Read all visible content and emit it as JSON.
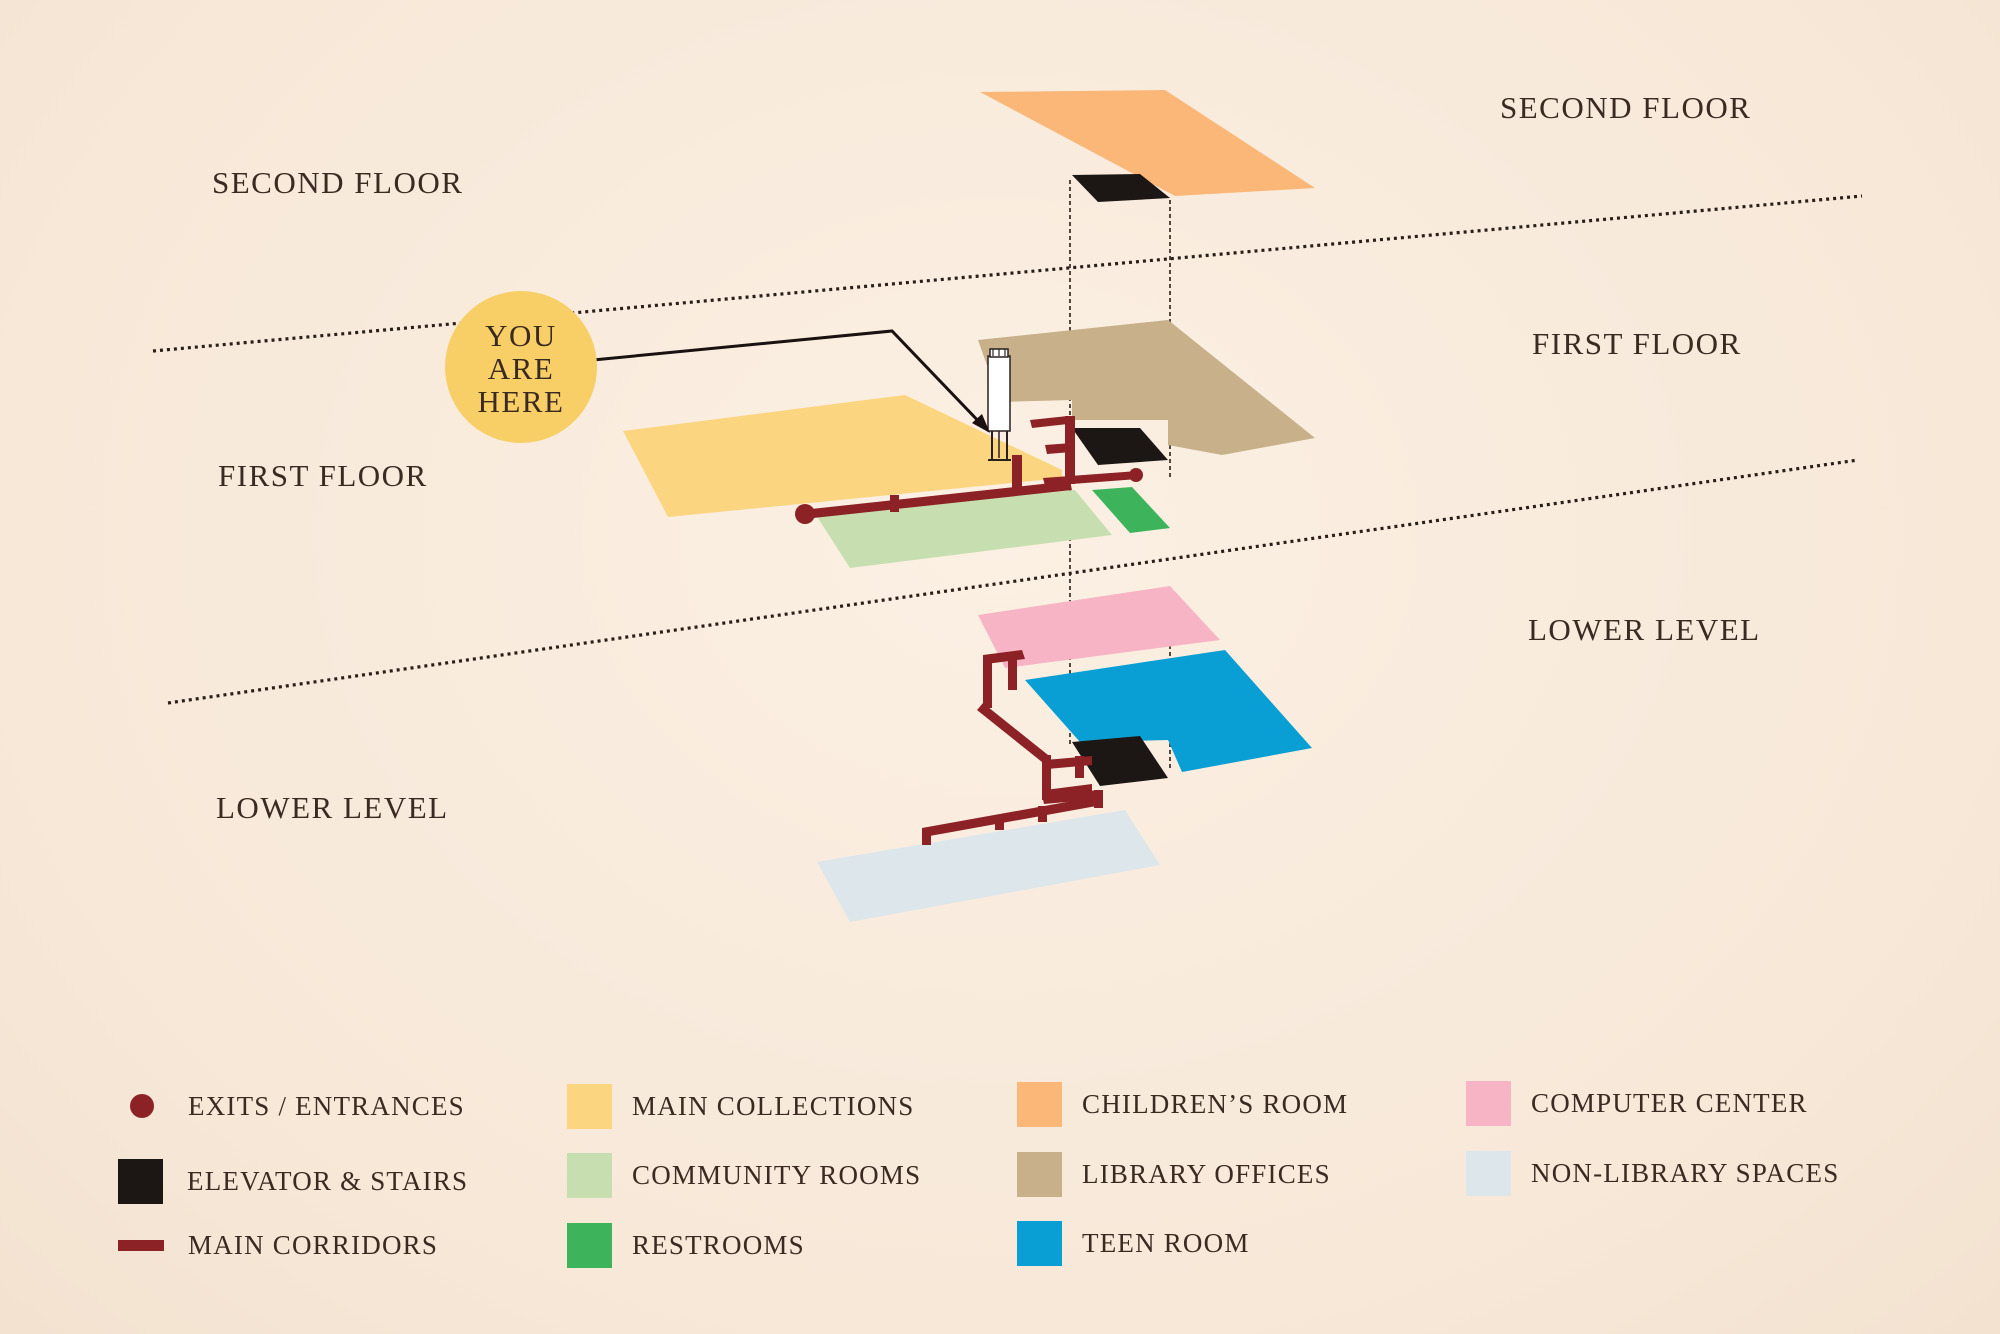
{
  "map": {
    "you_are_here": [
      "YOU",
      "ARE",
      "HERE"
    ],
    "colors": {
      "main_collections": "#fbd57f",
      "community_rooms": "#c7dfb0",
      "restrooms": "#3db35b",
      "childrens_room": "#fbb777",
      "library_offices": "#c7b08a",
      "teen_room": "#0a9fd4",
      "computer_center": "#f7b4c4",
      "non_library": "#dde6ea",
      "elevator_stairs": "#1c1614",
      "corridor": "#8c2226",
      "you_are_here_badge": "#f8cf66",
      "dotted_divider": "#2a1e18"
    },
    "left_labels": {
      "second": "SECOND FLOOR",
      "first": "FIRST FLOOR",
      "lower": "LOWER LEVEL"
    },
    "right_labels": {
      "second": "SECOND FLOOR",
      "first": "FIRST FLOOR",
      "lower": "LOWER LEVEL"
    }
  },
  "legend": {
    "exits": "EXITS / ENTRANCES",
    "elevator": "ELEVATOR & STAIRS",
    "corridors": "MAIN CORRIDORS",
    "main_collections": "MAIN COLLECTIONS",
    "community_rooms": "COMMUNITY ROOMS",
    "restrooms": "RESTROOMS",
    "childrens_room": "CHILDREN’S ROOM",
    "library_offices": "LIBRARY OFFICES",
    "teen_room": "TEEN ROOM",
    "computer_center": "COMPUTER CENTER",
    "non_library": "NON-LIBRARY SPACES"
  }
}
